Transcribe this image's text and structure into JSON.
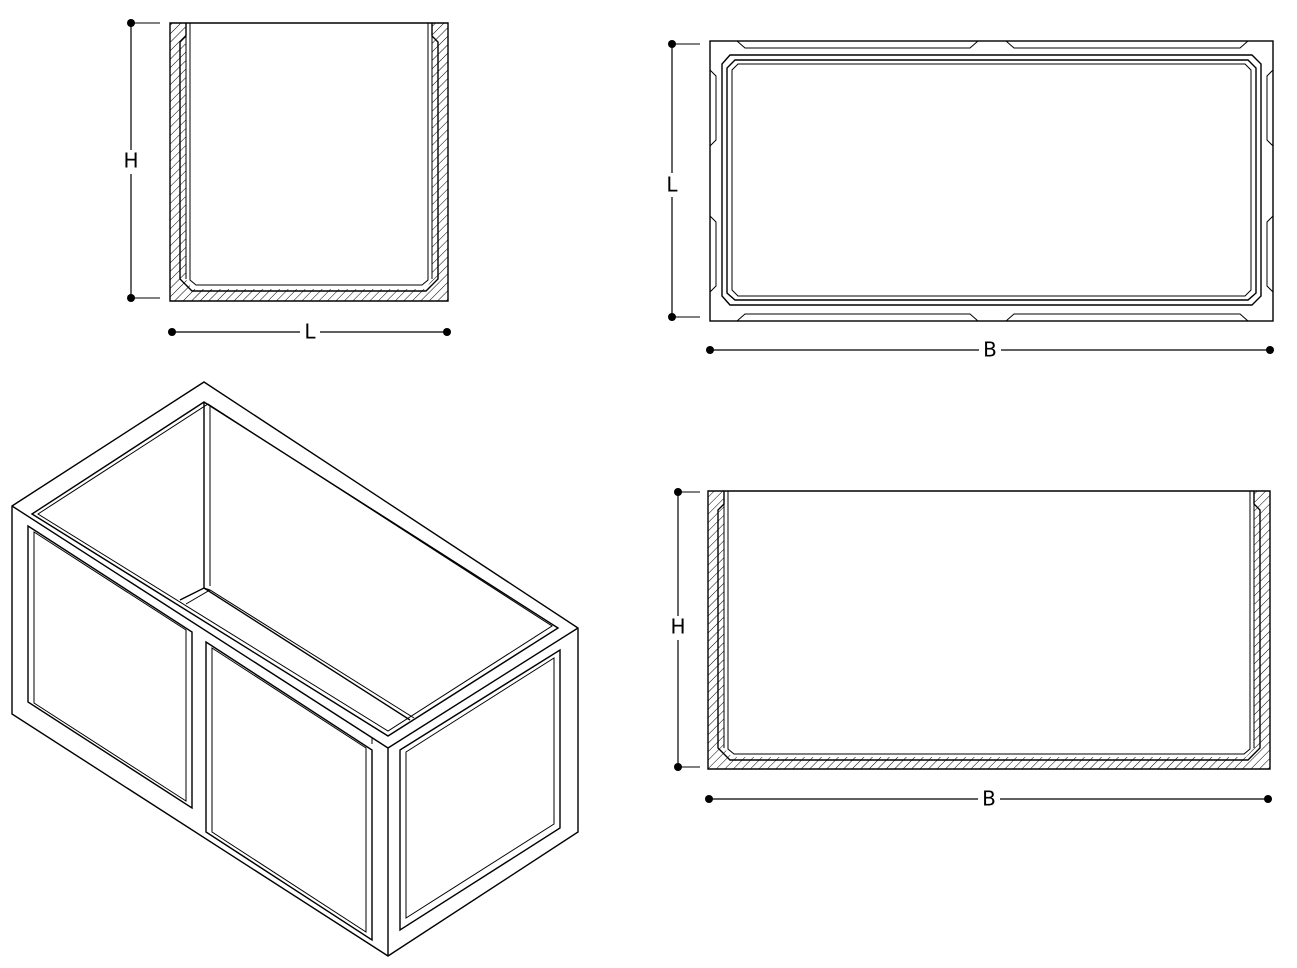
{
  "views": {
    "side_section": {
      "height_label": "H",
      "length_label": "L"
    },
    "top_plan": {
      "length_label": "L",
      "width_label": "B"
    },
    "front_section": {
      "height_label": "H",
      "width_label": "B"
    }
  },
  "colors": {
    "line": "#000000",
    "background": "#ffffff"
  }
}
